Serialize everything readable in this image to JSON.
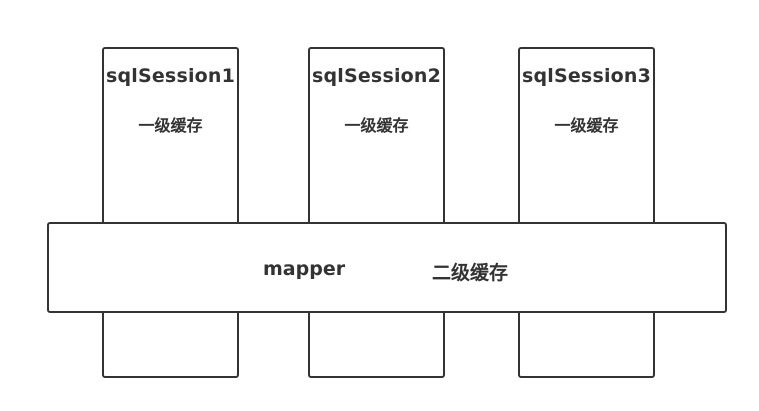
{
  "sessions": [
    {
      "title": "sqlSession1",
      "cache_label": "一级缓存"
    },
    {
      "title": "sqlSession2",
      "cache_label": "一级缓存"
    },
    {
      "title": "sqlSession3",
      "cache_label": "一级缓存"
    }
  ],
  "mapper": {
    "label": "mapper",
    "cache_label": "二级缓存"
  }
}
